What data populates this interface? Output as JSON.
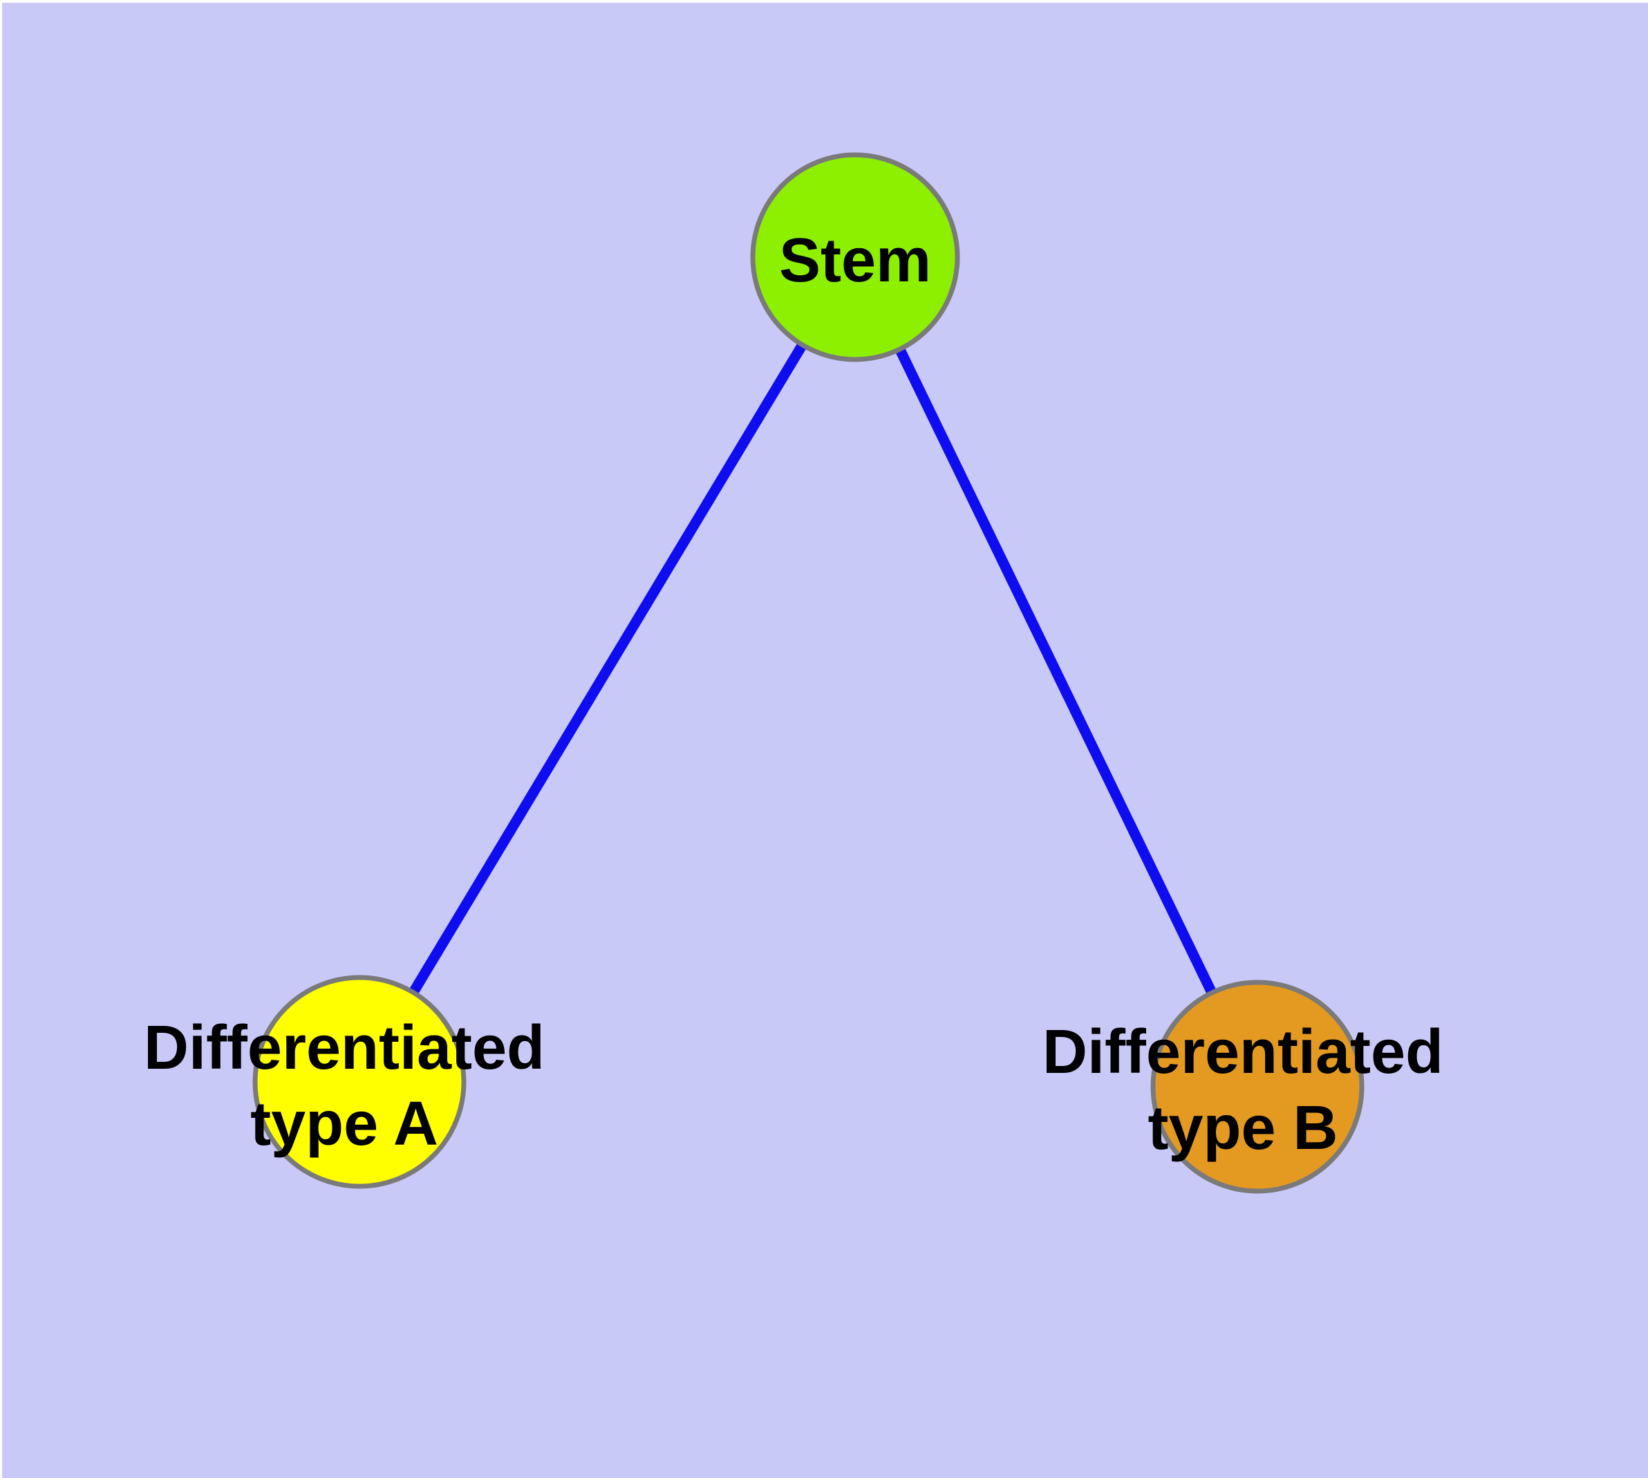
{
  "diagram": {
    "background_color": "#C9C9F8",
    "edge_color": "#0D0DF0",
    "node_border_color": "#7A7A7A",
    "label_color": "#000000",
    "nodes": [
      {
        "id": "stem",
        "label": "Stem",
        "lines": [
          "Stem"
        ],
        "fill": "#8CF000"
      },
      {
        "id": "differentiated-type-a",
        "label": "Differentiated type A",
        "lines": [
          "Differentiated",
          "type A"
        ],
        "fill": "#FFFF00"
      },
      {
        "id": "differentiated-type-b",
        "label": "Differentiated type B",
        "lines": [
          "Differentiated",
          "type B"
        ],
        "fill": "#E49A21"
      }
    ],
    "edges": [
      {
        "from": "Stem",
        "to": "Differentiated type A"
      },
      {
        "from": "Stem",
        "to": "Differentiated type B"
      }
    ]
  }
}
